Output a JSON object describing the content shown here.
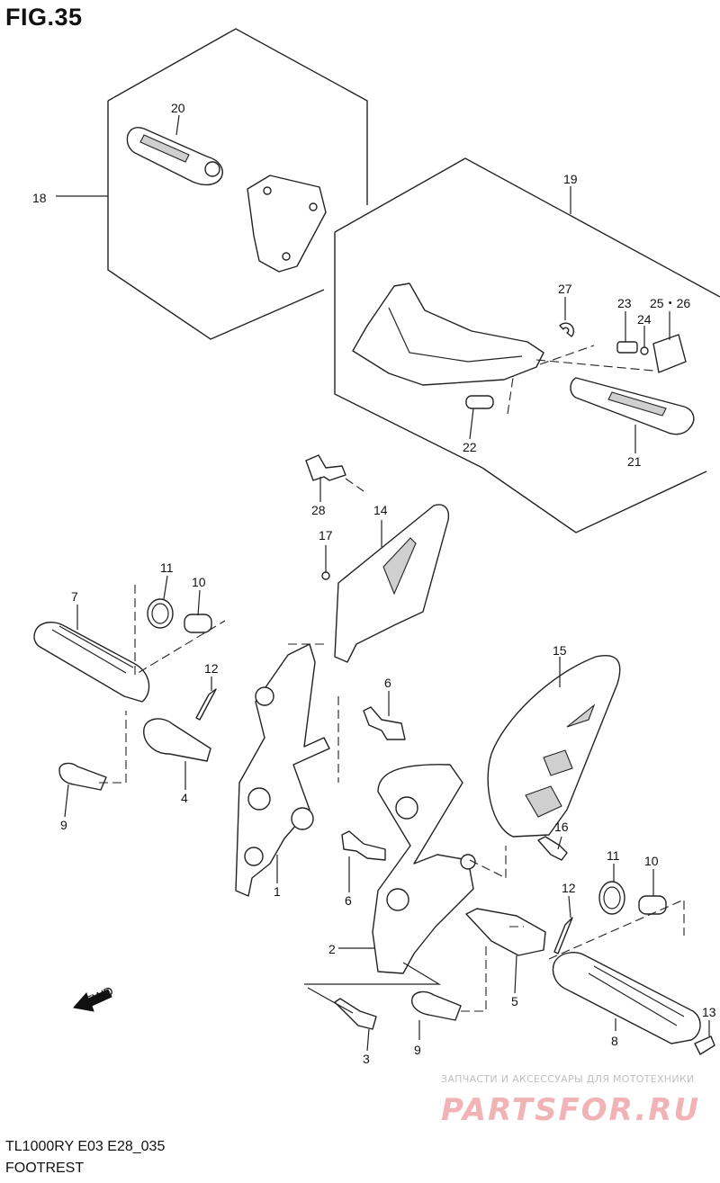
{
  "figure": {
    "title": "FIG.35",
    "model_code": "TL1000RY E03 E28_035",
    "section": "FOOTREST"
  },
  "watermark": {
    "tagline": "ЗАПЧАСТИ И АКСЕССУАРЫ ДЛЯ МОТОТЕХНИКИ",
    "brand": "PARTSFOR.RU"
  },
  "callouts": {
    "p1": "1",
    "p2": "2",
    "p3": "3",
    "p4": "4",
    "p5": "5",
    "p6a": "6",
    "p6b": "6",
    "p7": "7",
    "p8": "8",
    "p9a": "9",
    "p9b": "9",
    "p10a": "10",
    "p10b": "10",
    "p11a": "11",
    "p11b": "11",
    "p12a": "12",
    "p12b": "12",
    "p13": "13",
    "p14": "14",
    "p15": "15",
    "p16": "16",
    "p17": "17",
    "p18": "18",
    "p19": "19",
    "p20": "20",
    "p21": "21",
    "p22": "22",
    "p23": "23",
    "p24": "24",
    "p25_26": "25・26",
    "p27": "27",
    "p28": "28"
  },
  "direction_arrow": {
    "label": "FWD",
    "icon": "forward-arrow-icon"
  }
}
